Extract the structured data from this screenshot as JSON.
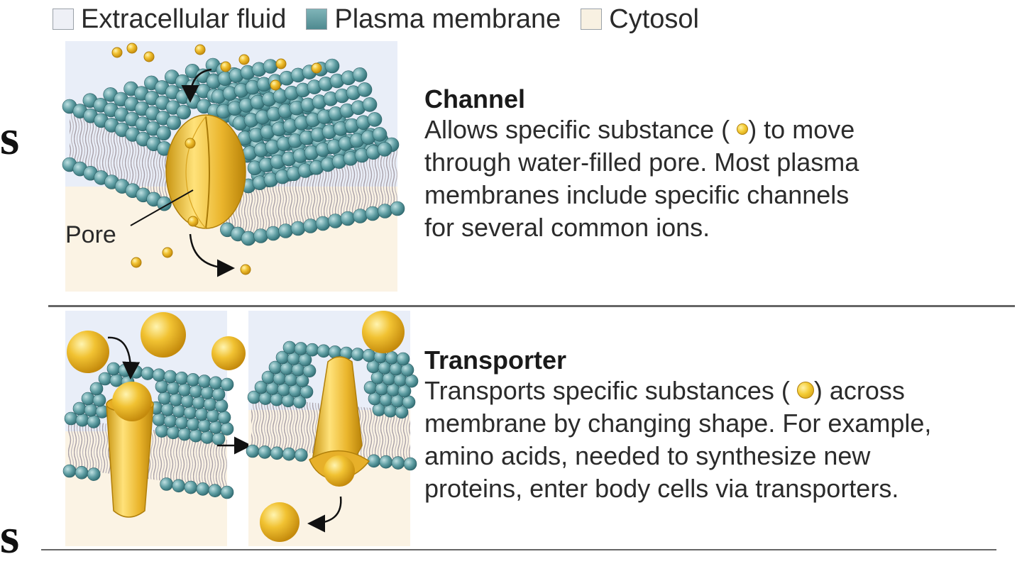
{
  "legend": [
    {
      "label": "Extracellular fluid",
      "color": "#eef0f6"
    },
    {
      "label": "Plasma membrane",
      "color": "#5f9ea3"
    },
    {
      "label": "Cytosol",
      "color": "#fbf4e6"
    }
  ],
  "edge_glyphs": {
    "top": "s",
    "bottom": "s"
  },
  "channel": {
    "title": "Channel",
    "lines": [
      [
        "Allows specific substance (",
        ") to move"
      ],
      "through water-filled pore. Most plasma",
      "membranes include specific channels",
      "for several common ions."
    ],
    "pore_label": "Pore"
  },
  "transporter": {
    "title": "Transporter",
    "lines": [
      [
        "Transports specific substances (",
        ") across"
      ],
      "membrane by changing shape. For example,",
      "amino acids, needed to synthesize new",
      "proteins, enter body cells via transporters."
    ]
  },
  "colors": {
    "extracellular": "#e9eef8",
    "cytosol": "#fbf3e4",
    "lipid_head": "#5f9ea3",
    "lipid_tail": "#a8a0a8",
    "protein": "#e9b52a",
    "divider": "#666666"
  }
}
